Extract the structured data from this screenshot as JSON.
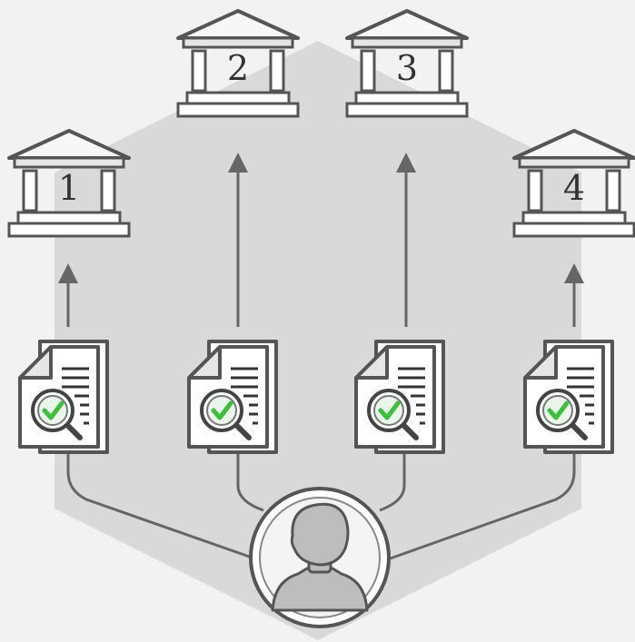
{
  "institutions": [
    {
      "number": "1"
    },
    {
      "number": "2"
    },
    {
      "number": "3"
    },
    {
      "number": "4"
    }
  ],
  "documents": [
    {
      "status": "verified"
    },
    {
      "status": "verified"
    },
    {
      "status": "verified"
    },
    {
      "status": "verified"
    }
  ],
  "user": {
    "icon": "user-avatar-icon"
  },
  "colors": {
    "background": "#f2f2f2",
    "hexagon": "#d9d9d9",
    "outline": "#555555",
    "check": "#3cbf3c"
  }
}
